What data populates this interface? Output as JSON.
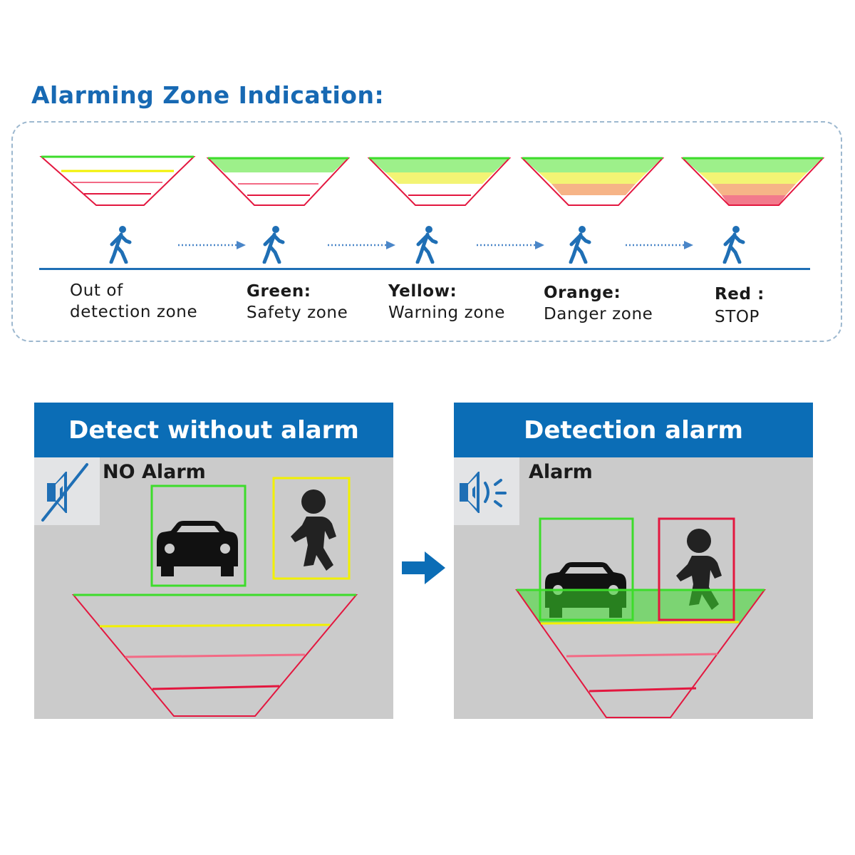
{
  "title": "Alarming Zone Indication:",
  "zones": [
    {
      "head": "",
      "sub_line1": "Out of",
      "sub_line2": "detection zone"
    },
    {
      "head": "Green:",
      "sub": "Safety zone"
    },
    {
      "head": "Yellow:",
      "sub": "Warning zone"
    },
    {
      "head": "Orange:",
      "sub": "Danger zone"
    },
    {
      "head": "Red :",
      "sub": "STOP"
    }
  ],
  "icons": {
    "walker": "walking-person-icon",
    "transition": "dotted-arrow-icon",
    "muted_speaker": "speaker-muted-icon",
    "speaker": "speaker-sound-icon",
    "car": "car-icon",
    "person": "person-icon",
    "next": "right-arrow-icon"
  },
  "panels": {
    "left": {
      "header": "Detect without alarm",
      "status": "NO Alarm"
    },
    "right": {
      "header": "Detection alarm",
      "status": "Alarm"
    }
  },
  "colors": {
    "brand_blue": "#0b6db6",
    "title_blue": "#1769b3",
    "safety_green": "#3ddc2b",
    "warning_yellow": "#f2f000",
    "danger_pink": "#f36a85",
    "stop_red": "#e3173f",
    "panel_gray": "#cbcbcb"
  }
}
